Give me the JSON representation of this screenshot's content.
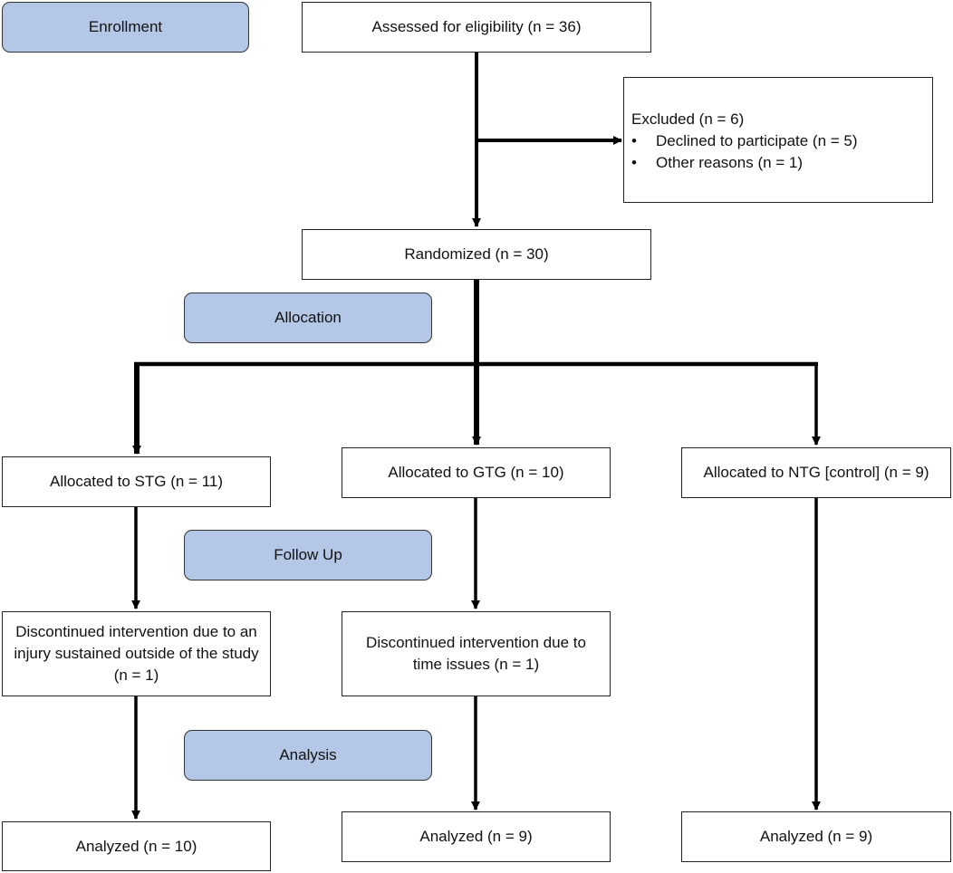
{
  "stages": {
    "enrollment": "Enrollment",
    "allocation": "Allocation",
    "follow_up": "Follow Up",
    "analysis": "Analysis"
  },
  "enrollment": {
    "assessed": "Assessed for eligibility (n = 36)",
    "excluded": {
      "title": "Excluded (n = 6)",
      "reasons": [
        "Declined to participate (n = 5)",
        "Other reasons (n = 1)"
      ]
    },
    "randomized": "Randomized (n = 30)"
  },
  "groups": [
    {
      "allocated": "Allocated to STG (n = 11)",
      "discontinued": "Discontinued intervention due to an injury sustained outside of the study (n = 1)",
      "analyzed": "Analyzed (n = 10)"
    },
    {
      "allocated": "Allocated to GTG (n = 10)",
      "discontinued": "Discontinued intervention due to time issues (n = 1)",
      "analyzed": "Analyzed (n = 9)"
    },
    {
      "allocated": "Allocated to NTG [control] (n = 9)",
      "analyzed": "Analyzed (n = 9)"
    }
  ],
  "bullet_glyph": "•"
}
